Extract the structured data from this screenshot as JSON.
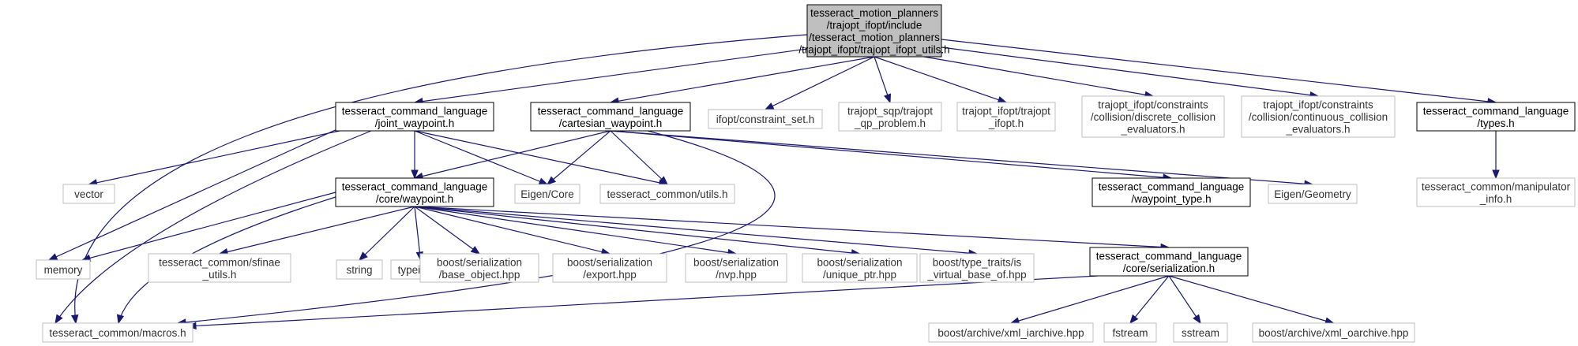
{
  "colors": {
    "edge": "#191970",
    "root_fill": "#bfbfbf",
    "gray_border": "#bfbfbf",
    "black_border": "#000000"
  },
  "nodes": {
    "root": {
      "lines": [
        "tesseract_motion_planners",
        "/trajopt_ifopt/include",
        "/tesseract_motion_planners",
        "/trajopt_ifopt/trajopt_ifopt_utils.h"
      ],
      "style": "root"
    },
    "joint_waypoint": {
      "lines": [
        "tesseract_command_language",
        "/joint_waypoint.h"
      ],
      "style": "black"
    },
    "cartesian_waypoint": {
      "lines": [
        "tesseract_command_language",
        "/cartesian_waypoint.h"
      ],
      "style": "black"
    },
    "constraint_set": {
      "lines": [
        "ifopt/constraint_set.h"
      ],
      "style": "gray"
    },
    "qp_problem": {
      "lines": [
        "trajopt_sqp/trajopt",
        "_qp_problem.h"
      ],
      "style": "gray"
    },
    "trajopt_ifopt": {
      "lines": [
        "trajopt_ifopt/trajopt",
        "_ifopt.h"
      ],
      "style": "gray"
    },
    "discrete_collision": {
      "lines": [
        "trajopt_ifopt/constraints",
        "/collision/discrete_collision",
        "_evaluators.h"
      ],
      "style": "gray"
    },
    "continuous_collision": {
      "lines": [
        "trajopt_ifopt/constraints",
        "/collision/continuous_collision",
        "_evaluators.h"
      ],
      "style": "gray"
    },
    "types": {
      "lines": [
        "tesseract_command_language",
        "/types.h"
      ],
      "style": "black"
    },
    "vector": {
      "lines": [
        "vector"
      ],
      "style": "gray"
    },
    "core_waypoint": {
      "lines": [
        "tesseract_command_language",
        "/core/waypoint.h"
      ],
      "style": "black"
    },
    "eigen_core": {
      "lines": [
        "Eigen/Core"
      ],
      "style": "gray"
    },
    "common_utils": {
      "lines": [
        "tesseract_common/utils.h"
      ],
      "style": "gray"
    },
    "waypoint_type": {
      "lines": [
        "tesseract_command_language",
        "/waypoint_type.h"
      ],
      "style": "black"
    },
    "eigen_geometry": {
      "lines": [
        "Eigen/Geometry"
      ],
      "style": "gray"
    },
    "manipulator_info": {
      "lines": [
        "tesseract_common/manipulator",
        "_info.h"
      ],
      "style": "gray"
    },
    "memory": {
      "lines": [
        "memory"
      ],
      "style": "gray"
    },
    "sfinae_utils": {
      "lines": [
        "tesseract_common/sfinae",
        "_utils.h"
      ],
      "style": "gray"
    },
    "string": {
      "lines": [
        "string"
      ],
      "style": "gray"
    },
    "typeindex": {
      "lines": [
        "typeindex"
      ],
      "style": "gray"
    },
    "base_object": {
      "lines": [
        "boost/serialization",
        "/base_object.hpp"
      ],
      "style": "gray"
    },
    "export": {
      "lines": [
        "boost/serialization",
        "/export.hpp"
      ],
      "style": "gray"
    },
    "nvp": {
      "lines": [
        "boost/serialization",
        "/nvp.hpp"
      ],
      "style": "gray"
    },
    "unique_ptr": {
      "lines": [
        "boost/serialization",
        "/unique_ptr.hpp"
      ],
      "style": "gray"
    },
    "is_virtual_base": {
      "lines": [
        "boost/type_traits/is",
        "_virtual_base_of.hpp"
      ],
      "style": "gray"
    },
    "core_serialization": {
      "lines": [
        "tesseract_command_language",
        "/core/serialization.h"
      ],
      "style": "black"
    },
    "macros": {
      "lines": [
        "tesseract_common/macros.h"
      ],
      "style": "gray"
    },
    "xml_iarchive": {
      "lines": [
        "boost/archive/xml_iarchive.hpp"
      ],
      "style": "gray"
    },
    "fstream": {
      "lines": [
        "fstream"
      ],
      "style": "gray"
    },
    "sstream": {
      "lines": [
        "sstream"
      ],
      "style": "gray"
    },
    "xml_oarchive": {
      "lines": [
        "boost/archive/xml_oarchive.hpp"
      ],
      "style": "gray"
    }
  },
  "edges": [
    [
      "root",
      "joint_waypoint"
    ],
    [
      "root",
      "cartesian_waypoint"
    ],
    [
      "root",
      "constraint_set"
    ],
    [
      "root",
      "qp_problem"
    ],
    [
      "root",
      "trajopt_ifopt"
    ],
    [
      "root",
      "discrete_collision"
    ],
    [
      "root",
      "continuous_collision"
    ],
    [
      "root",
      "types"
    ],
    [
      "root",
      "macros"
    ],
    [
      "joint_waypoint",
      "vector"
    ],
    [
      "joint_waypoint",
      "memory"
    ],
    [
      "joint_waypoint",
      "core_waypoint"
    ],
    [
      "joint_waypoint",
      "eigen_core"
    ],
    [
      "joint_waypoint",
      "common_utils"
    ],
    [
      "joint_waypoint",
      "macros"
    ],
    [
      "cartesian_waypoint",
      "core_waypoint"
    ],
    [
      "cartesian_waypoint",
      "eigen_core"
    ],
    [
      "cartesian_waypoint",
      "common_utils"
    ],
    [
      "cartesian_waypoint",
      "waypoint_type"
    ],
    [
      "cartesian_waypoint",
      "eigen_geometry"
    ],
    [
      "cartesian_waypoint",
      "macros"
    ],
    [
      "types",
      "manipulator_info"
    ],
    [
      "core_waypoint",
      "memory"
    ],
    [
      "core_waypoint",
      "sfinae_utils"
    ],
    [
      "core_waypoint",
      "string"
    ],
    [
      "core_waypoint",
      "typeindex"
    ],
    [
      "core_waypoint",
      "base_object"
    ],
    [
      "core_waypoint",
      "export"
    ],
    [
      "core_waypoint",
      "nvp"
    ],
    [
      "core_waypoint",
      "unique_ptr"
    ],
    [
      "core_waypoint",
      "is_virtual_base"
    ],
    [
      "core_waypoint",
      "core_serialization"
    ],
    [
      "core_waypoint",
      "macros"
    ],
    [
      "core_serialization",
      "macros"
    ],
    [
      "core_serialization",
      "xml_iarchive"
    ],
    [
      "core_serialization",
      "fstream"
    ],
    [
      "core_serialization",
      "sstream"
    ],
    [
      "core_serialization",
      "xml_oarchive"
    ]
  ]
}
